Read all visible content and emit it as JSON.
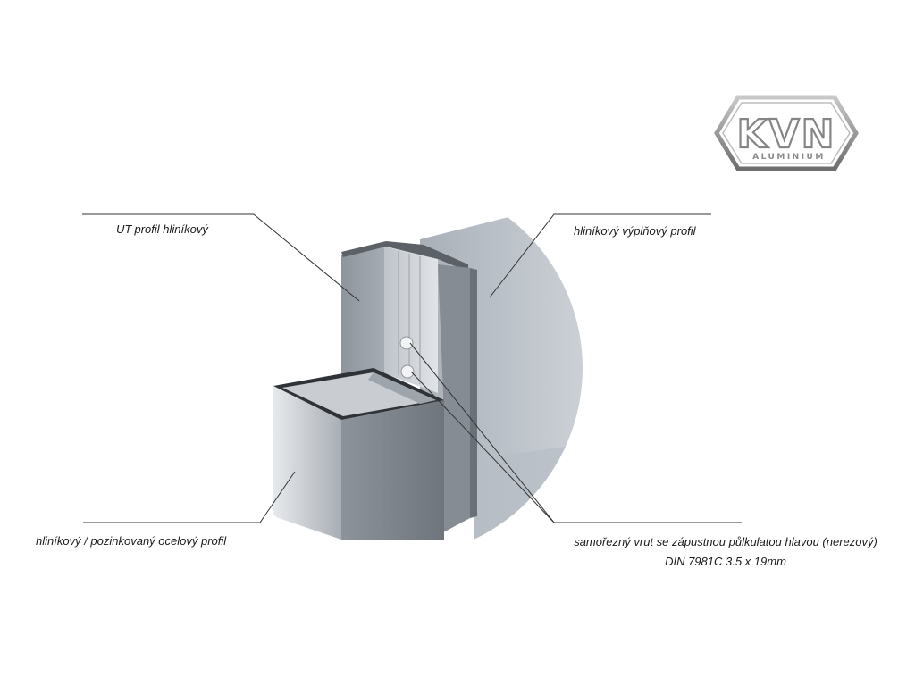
{
  "logo": {
    "main_text": "KVN",
    "sub_text": "ALUMINIUM",
    "color": "#8c8c8c"
  },
  "labels": {
    "ut_profile": "UT-profil hliníkový",
    "fill_profile": "hliníkový výplňový profil",
    "post_profile": "hliníkový / pozinkovaný ocelový profil",
    "screw": "samořezný vrut se zápustnou půlkulatou hlavou (nerezový)",
    "screw_spec": "DIN 7981C 3.5 x 19mm"
  },
  "colors": {
    "leader_line": "#333333",
    "metal_light": "#d4d8de",
    "metal_mid": "#a7adb5",
    "metal_dark": "#7c838c"
  }
}
